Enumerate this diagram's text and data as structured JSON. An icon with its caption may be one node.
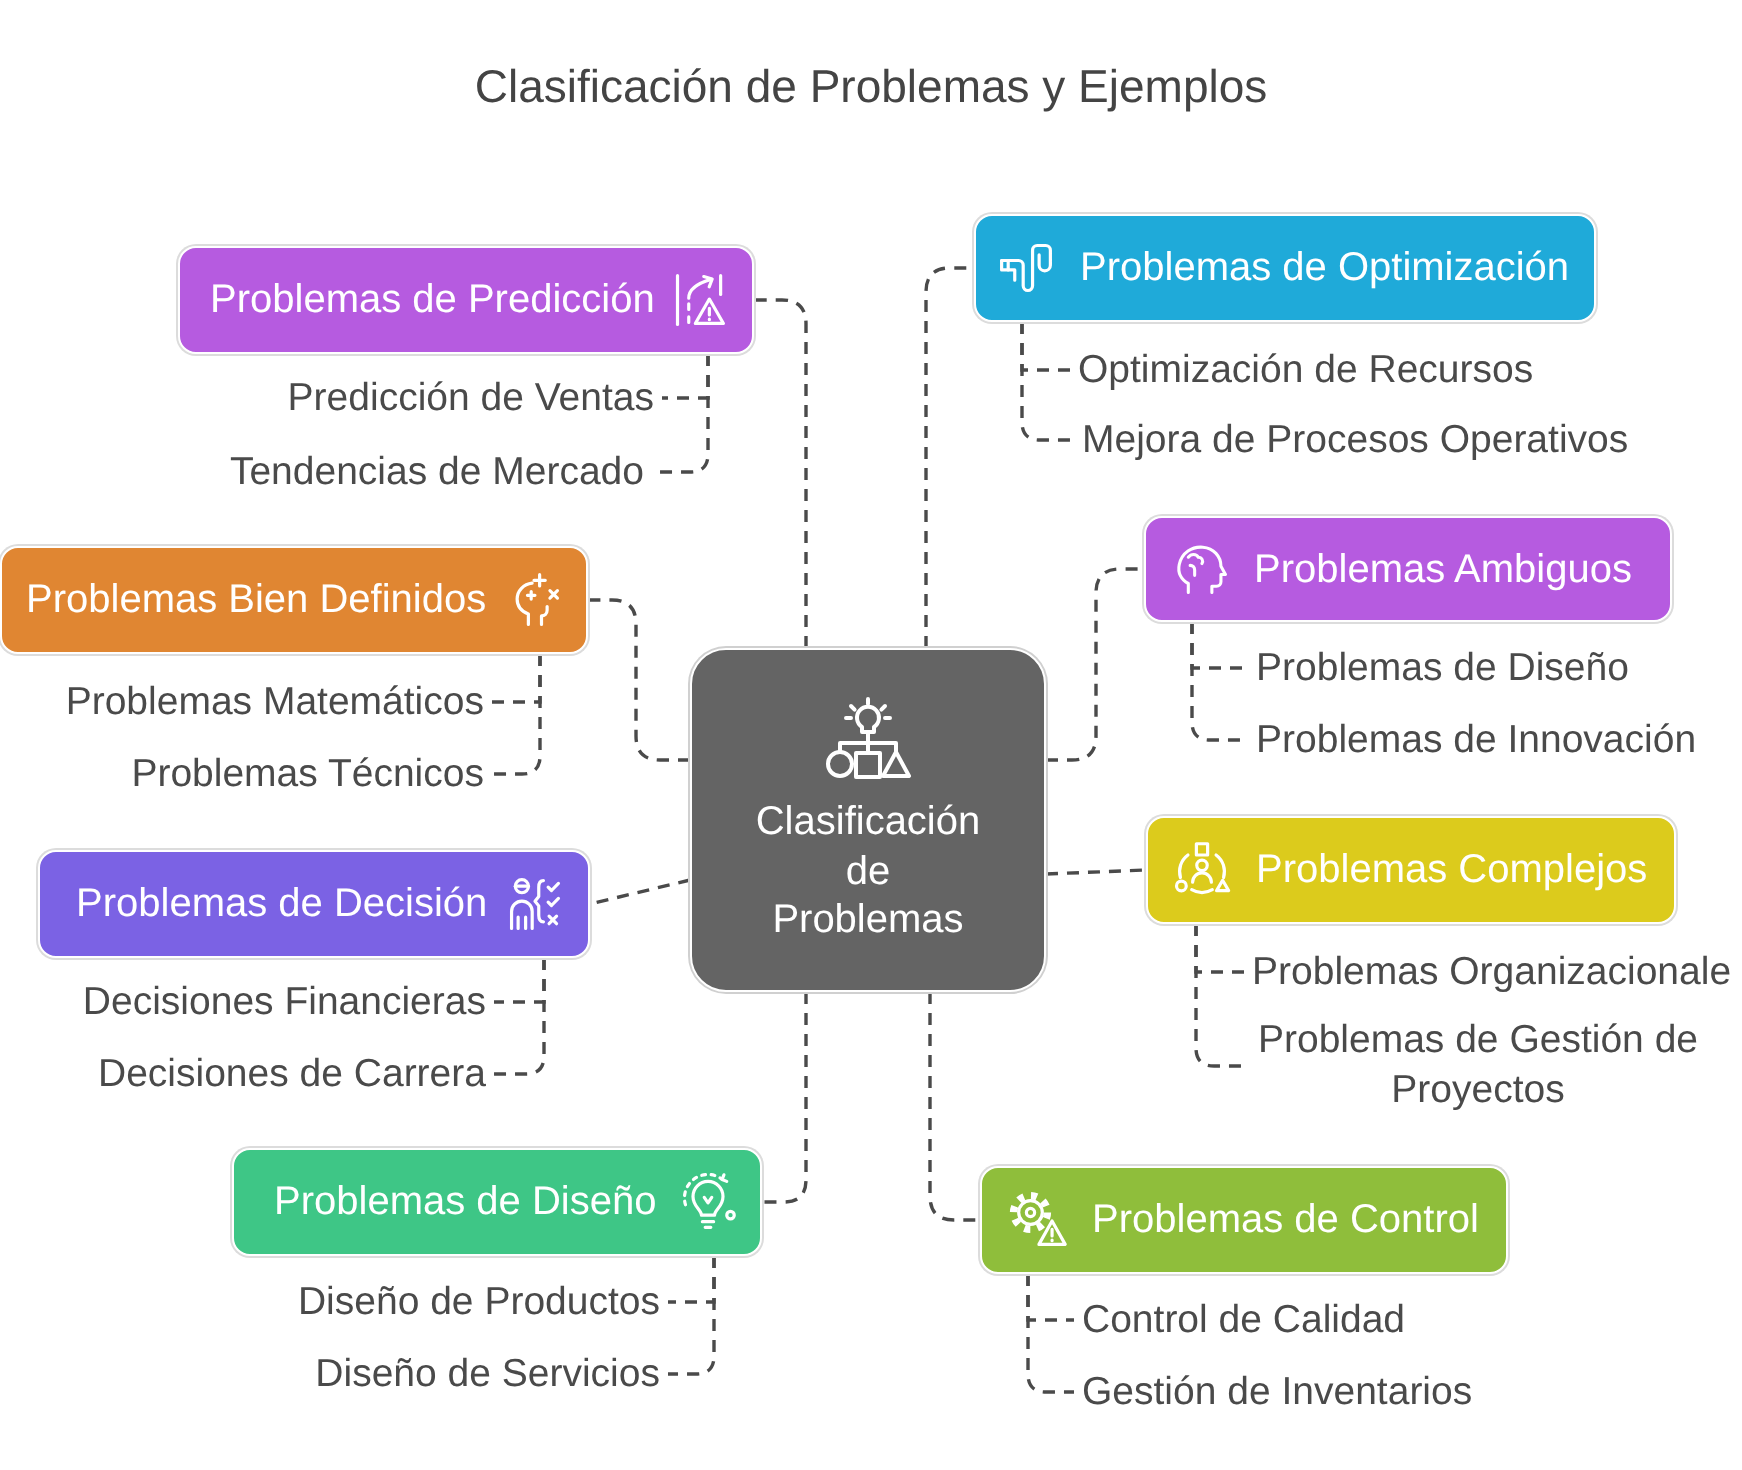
{
  "diagram": {
    "title": "Clasificación de Problemas y Ejemplos",
    "nodes": [
      {
        "text": [
          "Clasificación de Problemas"
        ]
      },
      {
        "text": [
          "Problemas de Predicción"
        ]
      },
      {
        "text": [
          "Predicción de Ventas"
        ]
      },
      {
        "text": [
          "Tendencias de Mercado"
        ]
      },
      {
        "text": [
          "Problemas de Optimización"
        ]
      },
      {
        "text": [
          "Optimización de Recursos"
        ]
      },
      {
        "text": [
          "Mejora de Procesos Operativos"
        ]
      },
      {
        "text": [
          "Problemas Bien Definidos"
        ]
      },
      {
        "text": [
          "Problemas Matemáticos"
        ]
      },
      {
        "text": [
          "Problemas Técnicos"
        ]
      },
      {
        "text": [
          "Problemas Ambiguos"
        ]
      },
      {
        "text": [
          "Problemas de Diseño"
        ]
      },
      {
        "text": [
          "Problemas de Innovación"
        ]
      },
      {
        "text": [
          "Problemas de Decisión"
        ]
      },
      {
        "text": [
          "Decisiones Financieras"
        ]
      },
      {
        "text": [
          "Decisiones de Carrera"
        ]
      },
      {
        "text": [
          "Problemas Complejos"
        ]
      },
      {
        "text": [
          "Problemas Organizacionale"
        ]
      },
      {
        "text": [
          "Problemas de Gestión de Proyectos"
        ]
      },
      {
        "text": [
          "Problemas de Diseño"
        ]
      },
      {
        "text": [
          "Diseño de Productos"
        ]
      },
      {
        "text": [
          "Diseño de Servicios"
        ]
      },
      {
        "text": [
          "Problemas de Control"
        ]
      },
      {
        "text": [
          "Control de Calidad"
        ]
      },
      {
        "text": [
          "Gestión de Inventarios"
        ]
      }
    ],
    "edges": [
      {
        "from": 0,
        "to": 1,
        "arrow": "none",
        "style": "dashed"
      },
      {
        "from": 1,
        "to": 2,
        "arrow": "none",
        "style": "dashed"
      },
      {
        "from": 1,
        "to": 3,
        "arrow": "none",
        "style": "dashed"
      },
      {
        "from": 0,
        "to": 4,
        "arrow": "none",
        "style": "dashed"
      },
      {
        "from": 4,
        "to": 5,
        "arrow": "none",
        "style": "dashed"
      },
      {
        "from": 4,
        "to": 6,
        "arrow": "none",
        "style": "dashed"
      },
      {
        "from": 0,
        "to": 7,
        "arrow": "none",
        "style": "dashed"
      },
      {
        "from": 7,
        "to": 8,
        "arrow": "none",
        "style": "dashed"
      },
      {
        "from": 7,
        "to": 9,
        "arrow": "none",
        "style": "dashed"
      },
      {
        "from": 0,
        "to": 10,
        "arrow": "none",
        "style": "dashed"
      },
      {
        "from": 10,
        "to": 11,
        "arrow": "none",
        "style": "dashed"
      },
      {
        "from": 10,
        "to": 12,
        "arrow": "none",
        "style": "dashed"
      },
      {
        "from": 0,
        "to": 13,
        "arrow": "none",
        "style": "dashed"
      },
      {
        "from": 13,
        "to": 14,
        "arrow": "none",
        "style": "dashed"
      },
      {
        "from": 13,
        "to": 15,
        "arrow": "none",
        "style": "dashed"
      },
      {
        "from": 0,
        "to": 16,
        "arrow": "none",
        "style": "dashed"
      },
      {
        "from": 16,
        "to": 17,
        "arrow": "none",
        "style": "dashed"
      },
      {
        "from": 16,
        "to": 18,
        "arrow": "none",
        "style": "dashed"
      },
      {
        "from": 0,
        "to": 19,
        "arrow": "none",
        "style": "dashed"
      },
      {
        "from": 19,
        "to": 20,
        "arrow": "none",
        "style": "dashed"
      },
      {
        "from": 19,
        "to": 21,
        "arrow": "none",
        "style": "dashed"
      },
      {
        "from": 0,
        "to": 22,
        "arrow": "none",
        "style": "dashed"
      },
      {
        "from": 22,
        "to": 23,
        "arrow": "none",
        "style": "dashed"
      },
      {
        "from": 22,
        "to": 24,
        "arrow": "none",
        "style": "dashed"
      }
    ]
  }
}
